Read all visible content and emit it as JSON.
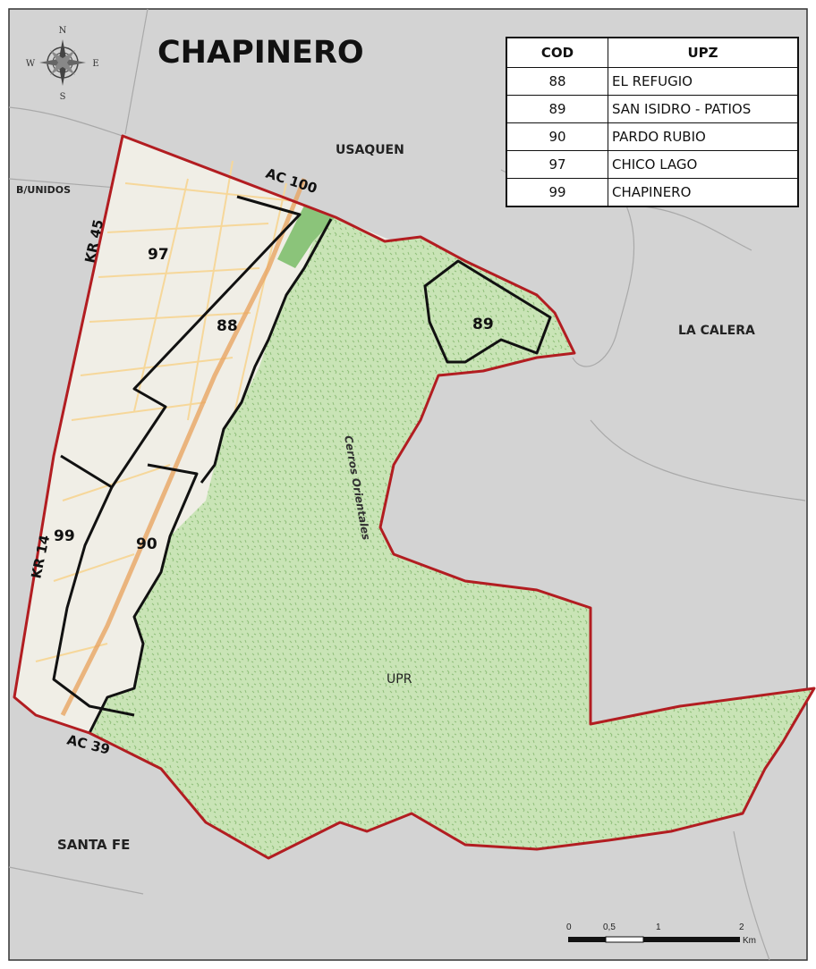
{
  "map": {
    "title": "CHAPINERO",
    "compass": {
      "n": "N",
      "s": "S",
      "e": "E",
      "w": "W"
    },
    "legend": {
      "headers": [
        "COD",
        "UPZ"
      ],
      "rows": [
        {
          "cod": "88",
          "upz": "EL REFUGIO"
        },
        {
          "cod": "89",
          "upz": "SAN ISIDRO - PATIOS"
        },
        {
          "cod": "90",
          "upz": "PARDO RUBIO"
        },
        {
          "cod": "97",
          "upz": "CHICO LAGO"
        },
        {
          "cod": "99",
          "upz": "CHAPINERO"
        }
      ]
    },
    "neighbors": {
      "usaquen": "USAQUEN",
      "barrios_unidos": "B/UNIDOS",
      "la_calera": "LA CALERA",
      "santa_fe": "SANTA FE"
    },
    "roads": {
      "ac100": "AC 100",
      "kr45": "KR 45",
      "kr14": "KR 14",
      "ac39": "AC 39"
    },
    "upz_labels": {
      "u97": "97",
      "u88": "88",
      "u89": "89",
      "u99": "99",
      "u90": "90"
    },
    "area_labels": {
      "cerros": "Cerros Orientales",
      "upr": "UPR"
    },
    "scale": {
      "ticks": [
        "0",
        "0,5",
        "1",
        "2"
      ],
      "unit": "Km"
    },
    "colors": {
      "background": "#d2d2d2",
      "urban": "#f1efe8",
      "reserve": "#c6e2b2",
      "boundary_locality": "#b41e22",
      "boundary_upz": "#111111",
      "roads": "#f4cf88"
    }
  }
}
